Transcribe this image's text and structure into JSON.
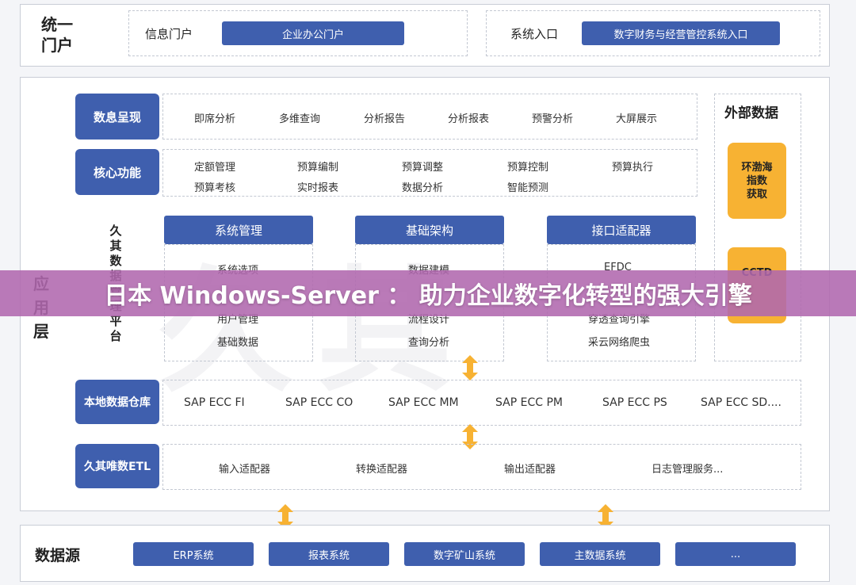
{
  "top": {
    "title": "统一\n门户",
    "info_label": "信息门户",
    "info_button": "企业办公门户",
    "system_label": "系统入口",
    "system_button": "数字财务与经营管控系统入口"
  },
  "app_layer": {
    "label": "应\n用\n层",
    "watermark": "久其",
    "rows": [
      {
        "name": "数息呈现",
        "items": [
          "即席分析",
          "多维查询",
          "分析报告",
          "分析报表",
          "预警分析",
          "大屏展示"
        ]
      },
      {
        "name": "核心功能",
        "items_row1": [
          "定额管理",
          "预算编制",
          "预算调整",
          "预算控制",
          "预算执行"
        ],
        "items_row2": [
          "预算考核",
          "实时报表",
          "数据分析",
          "智能预测"
        ]
      }
    ],
    "platform_label": "久\n其\n数\n据\n管\n理\n平\n台",
    "modules": [
      {
        "name": "系统管理",
        "items": [
          "系统选项",
          "用户管理",
          "基础数据"
        ]
      },
      {
        "name": "基础架构",
        "items": [
          "数据建模",
          "流程设计",
          "查询分析"
        ]
      },
      {
        "name": "接口适配器",
        "items": [
          "EFDC",
          "穿透查询引擎",
          "采云网络爬虫"
        ]
      }
    ],
    "external": {
      "title": "外部数据",
      "box1": "环渤海\n指数\n获取",
      "box2": "CCTD"
    },
    "warehouse": {
      "name": "本地数据仓库",
      "items": [
        "SAP ECC FI",
        "SAP ECC CO",
        "SAP ECC MM",
        "SAP ECC PM",
        "SAP ECC PS",
        "SAP ECC SD...."
      ]
    },
    "etl": {
      "name": "久其唯数ETL",
      "items": [
        "输入适配器",
        "转换适配器",
        "输出适配器",
        "日志管理服务..."
      ]
    }
  },
  "data_source": {
    "label": "数据源",
    "items": [
      "ERP系统",
      "报表系统",
      "数字矿山系统",
      "主数据系统",
      "..."
    ]
  },
  "banner": "日本 Windows-Server ： 助力企业数字化转型的强大引擎",
  "colors": {
    "blue": "#3f5fae",
    "orange": "#f7b233",
    "banner": "#b068ae"
  }
}
